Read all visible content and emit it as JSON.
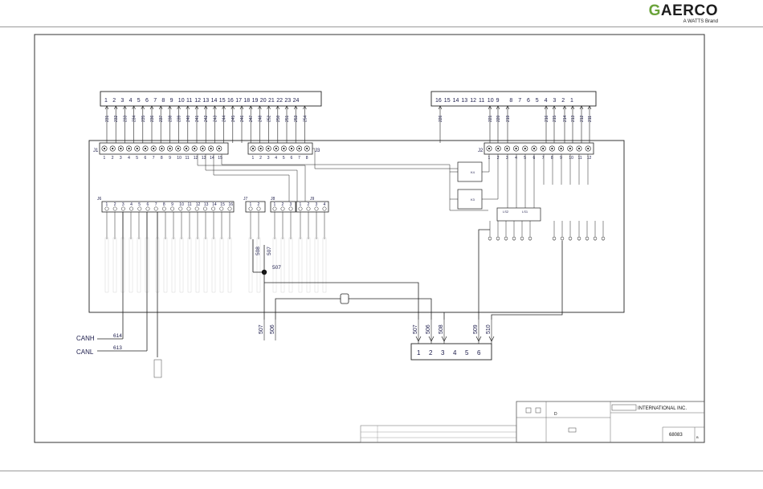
{
  "header": {
    "brand_name": "AERCO",
    "brand_g": "G",
    "brand_tagline": "A WATTS Brand"
  },
  "diagram": {
    "top_left_pins": [
      "1",
      "2",
      "3",
      "4",
      "5",
      "6",
      "7",
      "8",
      "9",
      "10",
      "11",
      "12",
      "13",
      "14",
      "15",
      "16",
      "17",
      "18",
      "19",
      "20",
      "21",
      "22",
      "23",
      "24"
    ],
    "top_right_pins": [
      "16",
      "15",
      "14",
      "13",
      "12",
      "11",
      "10",
      "9",
      "8",
      "7",
      "6",
      "5",
      "4",
      "3",
      "2",
      "1"
    ],
    "top_left_wires": [
      "231",
      "232",
      "233",
      "234",
      "235",
      "236",
      "237",
      "238",
      "239",
      "240",
      "241",
      "242",
      "243",
      "244",
      "245",
      "246",
      "247",
      "248",
      "252",
      "250",
      "251",
      "253",
      "254"
    ],
    "top_right_wires": [
      "226",
      "221",
      "220",
      "219",
      "216",
      "215",
      "214",
      "213",
      "212",
      "211"
    ],
    "j1_label": "J1",
    "j1_pins": [
      "1",
      "2",
      "3",
      "4",
      "5",
      "6",
      "7",
      "8",
      "9",
      "10",
      "11",
      "12",
      "13",
      "14",
      "15"
    ],
    "j2_label": "J2",
    "j2_pins": [
      "1",
      "2",
      "3",
      "4",
      "5",
      "6",
      "7",
      "8",
      "9",
      "10",
      "11",
      "12"
    ],
    "j3_label": "J3",
    "j3_pins": [
      "1",
      "2",
      "3",
      "4",
      "5",
      "6",
      "7",
      "8"
    ],
    "j6_label": "J6",
    "j6_pins": [
      "1",
      "2",
      "3",
      "4",
      "5",
      "6",
      "7",
      "8",
      "9",
      "10",
      "11",
      "12",
      "13",
      "14",
      "15",
      "16"
    ],
    "j7_label": "J7",
    "j7_pins": [
      "1",
      "2"
    ],
    "j8_label": "J8",
    "j8_pins": [
      "1",
      "2",
      "3"
    ],
    "j9_label": "J9",
    "j9_pins": [
      "1",
      "2",
      "3",
      "4"
    ],
    "relays": [
      "K4",
      "K3",
      "LS2",
      "LS1"
    ],
    "bus_wires": [
      "508",
      "507",
      "507",
      "506",
      "507",
      "506",
      "508",
      "509",
      "510"
    ],
    "can_h": "CANH",
    "can_h_wire": "614",
    "can_l": "CANL",
    "can_l_wire": "613",
    "bottom_terminal_pins": [
      "1",
      "2",
      "3",
      "4",
      "5",
      "6"
    ]
  },
  "title_block": {
    "company": "INTERNATIONAL INC.",
    "drawing_number": "68083",
    "rev": "D",
    "sheet": "B"
  }
}
